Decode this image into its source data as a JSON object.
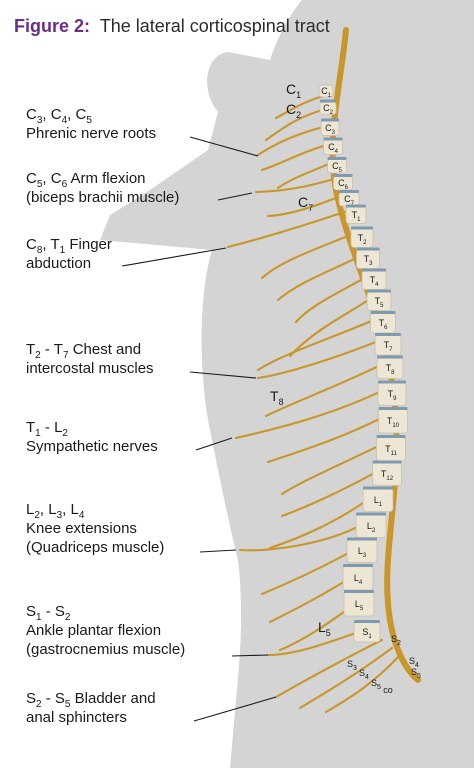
{
  "figure": {
    "title_lead": "Figure 2:",
    "title_rest": "The lateral corticospinal tract"
  },
  "colors": {
    "body": "#d4d4d4",
    "nerve": "#c9962a",
    "vertebra": "#ede6d4",
    "disc": "#7d9ab0",
    "title_accent": "#6b2d8a"
  },
  "labels": [
    {
      "id": "phrenic",
      "lines": [
        [
          "C",
          "3",
          ", C",
          "4",
          ", C",
          "5"
        ],
        [
          "Phrenic nerve roots"
        ]
      ]
    },
    {
      "id": "arm-flexion",
      "lines": [
        [
          "C",
          "5",
          ", C",
          "6",
          " Arm flexion"
        ],
        [
          "(biceps brachii muscle)"
        ]
      ]
    },
    {
      "id": "finger-abduction",
      "lines": [
        [
          "C",
          "8",
          ", T",
          "1",
          "  Finger"
        ],
        [
          "abduction"
        ]
      ]
    },
    {
      "id": "chest",
      "lines": [
        [
          "T",
          "2",
          " - T",
          "7",
          "  Chest and"
        ],
        [
          "intercostal muscles"
        ]
      ]
    },
    {
      "id": "sympathetic",
      "lines": [
        [
          "T",
          "1",
          " - L",
          "2"
        ],
        [
          "Sympathetic nerves"
        ]
      ]
    },
    {
      "id": "knee",
      "lines": [
        [
          "L",
          "2",
          ", L",
          "3",
          ", L",
          "4"
        ],
        [
          "Knee extensions"
        ],
        [
          "(Quadriceps muscle)"
        ]
      ]
    },
    {
      "id": "ankle",
      "lines": [
        [
          "S",
          "1",
          " - S",
          "2"
        ],
        [
          "Ankle plantar flexion"
        ],
        [
          "(gastrocnemius muscle)"
        ]
      ]
    },
    {
      "id": "bladder",
      "lines": [
        [
          "S",
          "2",
          " - S",
          "5",
          "  Bladder and"
        ],
        [
          "anal sphincters"
        ]
      ]
    }
  ],
  "level_labels": [
    {
      "id": "c1",
      "main": "C",
      "sub": "1"
    },
    {
      "id": "c2",
      "main": "C",
      "sub": "2"
    },
    {
      "id": "c7",
      "main": "C",
      "sub": "7"
    },
    {
      "id": "t8",
      "main": "T",
      "sub": "8"
    },
    {
      "id": "l5",
      "main": "L",
      "sub": "5"
    }
  ],
  "vertebrae": [
    {
      "main": "C",
      "sub": "1"
    },
    {
      "main": "C",
      "sub": "2"
    },
    {
      "main": "C",
      "sub": "3"
    },
    {
      "main": "C",
      "sub": "4"
    },
    {
      "main": "C",
      "sub": "5"
    },
    {
      "main": "C",
      "sub": "6"
    },
    {
      "main": "C",
      "sub": "7"
    },
    {
      "main": "T",
      "sub": "1"
    },
    {
      "main": "T",
      "sub": "2"
    },
    {
      "main": "T",
      "sub": "3"
    },
    {
      "main": "T",
      "sub": "4"
    },
    {
      "main": "T",
      "sub": "5"
    },
    {
      "main": "T",
      "sub": "6"
    },
    {
      "main": "T",
      "sub": "7"
    },
    {
      "main": "T",
      "sub": "8"
    },
    {
      "main": "T",
      "sub": "9"
    },
    {
      "main": "T",
      "sub": "10"
    },
    {
      "main": "T",
      "sub": "11"
    },
    {
      "main": "T",
      "sub": "12"
    },
    {
      "main": "L",
      "sub": "1"
    },
    {
      "main": "L",
      "sub": "2"
    },
    {
      "main": "L",
      "sub": "3"
    },
    {
      "main": "L",
      "sub": "4"
    },
    {
      "main": "L",
      "sub": "5"
    },
    {
      "main": "S",
      "sub": "1"
    }
  ],
  "sacral_labels": [
    {
      "main": "S",
      "sub": "2"
    },
    {
      "main": "S",
      "sub": "3"
    },
    {
      "main": "S",
      "sub": "4"
    },
    {
      "main": "S",
      "sub": "4"
    },
    {
      "main": "S",
      "sub": "5"
    },
    {
      "main": "S",
      "sub": "5"
    },
    {
      "main": "co",
      "sub": ""
    }
  ]
}
